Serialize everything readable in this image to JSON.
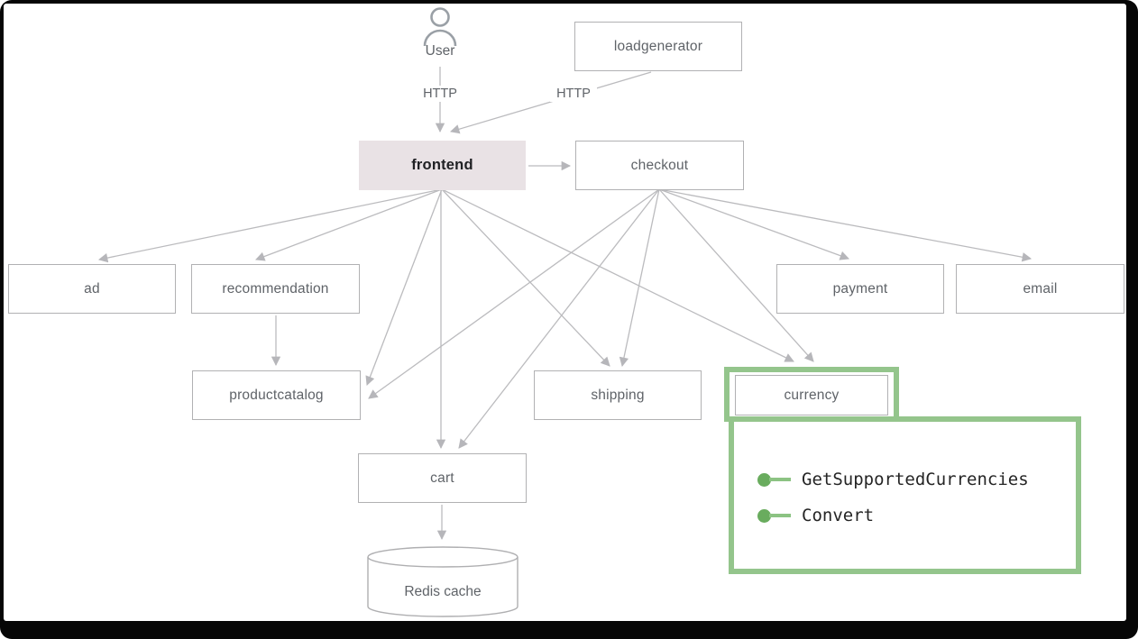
{
  "diagram": {
    "nodes": {
      "user": "User",
      "loadgenerator": "loadgenerator",
      "frontend": "frontend",
      "checkout": "checkout",
      "ad": "ad",
      "recommendation": "recommendation",
      "payment": "payment",
      "email": "email",
      "productcatalog": "productcatalog",
      "shipping": "shipping",
      "currency": "currency",
      "cart": "cart",
      "redis": "Redis cache"
    },
    "edges": [
      {
        "from": "User",
        "to": "frontend",
        "label": "HTTP"
      },
      {
        "from": "loadgenerator",
        "to": "frontend",
        "label": "HTTP"
      },
      {
        "from": "frontend",
        "to": "checkout"
      },
      {
        "from": "frontend",
        "to": "ad"
      },
      {
        "from": "frontend",
        "to": "recommendation"
      },
      {
        "from": "frontend",
        "to": "productcatalog"
      },
      {
        "from": "frontend",
        "to": "cart"
      },
      {
        "from": "frontend",
        "to": "shipping"
      },
      {
        "from": "frontend",
        "to": "currency"
      },
      {
        "from": "checkout",
        "to": "productcatalog"
      },
      {
        "from": "checkout",
        "to": "cart"
      },
      {
        "from": "checkout",
        "to": "shipping"
      },
      {
        "from": "checkout",
        "to": "currency"
      },
      {
        "from": "checkout",
        "to": "payment"
      },
      {
        "from": "checkout",
        "to": "email"
      },
      {
        "from": "recommendation",
        "to": "productcatalog"
      },
      {
        "from": "cart",
        "to": "Redis cache"
      }
    ],
    "highlight": {
      "service": "currency",
      "methods": [
        "GetSupportedCurrencies",
        "Convert"
      ]
    },
    "colors": {
      "highlight_green": "#94C58C",
      "method_dot_green": "#69AC5E",
      "frontend_fill": "#E9E2E5",
      "box_border": "#B1B1B3",
      "label_gray": "#5F6368",
      "arrow_gray": "#B6B6BA",
      "frame_black": "#060606"
    }
  }
}
